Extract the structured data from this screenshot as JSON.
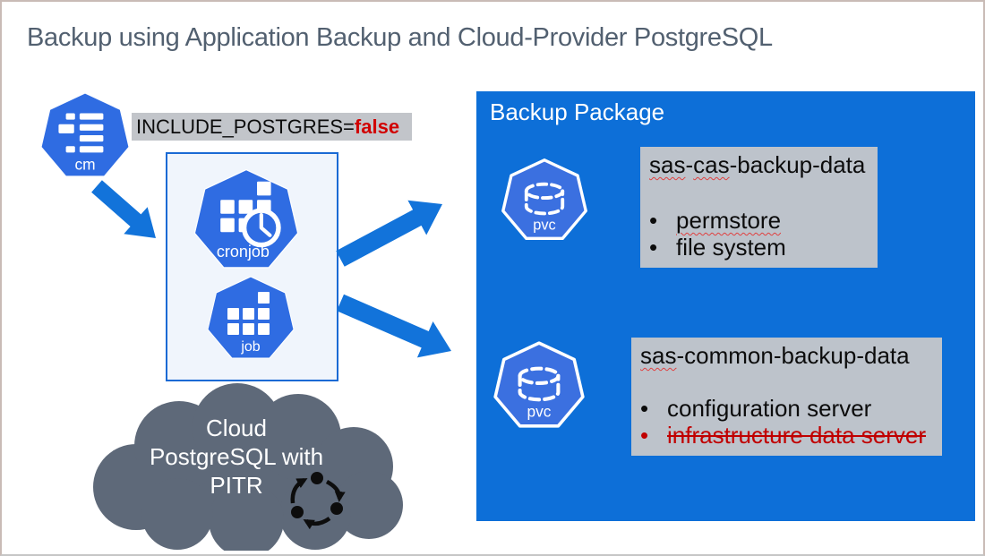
{
  "slide": {
    "title": "Backup using Application Backup and Cloud-Provider PostgreSQL"
  },
  "env": {
    "name": "INCLUDE_POSTGRES=",
    "value": "false"
  },
  "icons": {
    "cm": "cm",
    "cronjob": "cronjob",
    "job": "job",
    "pvc1": "pvc",
    "pvc2": "pvc"
  },
  "cloud": {
    "line1": "Cloud",
    "line2": "PostgreSQL with",
    "line3": "PITR"
  },
  "backup_package": {
    "title": "Backup Package",
    "cas_box": {
      "t_sas": "sas",
      "t_sep1": "-",
      "t_cas": "cas",
      "t_rest": "-backup-data",
      "bullet1": "permstore",
      "bullet2": "file system"
    },
    "common_box": {
      "t_sas": "sas",
      "t_rest": "-common-backup-data",
      "bullet1": "configuration server",
      "bullet2": "infrastructure data server"
    }
  },
  "colors": {
    "backup_box_blue": "#0d6fd8",
    "k8s_icon_blue": "#2f6ce2",
    "pvc_icon_blue": "#3b70e0",
    "arrow_blue": "#1273da",
    "cloud_gray": "#5e6979",
    "label_gray": "#bdc3cb",
    "env_gray": "#c2c5ca",
    "title_slate": "#526070",
    "alert_red": "#d10000"
  }
}
